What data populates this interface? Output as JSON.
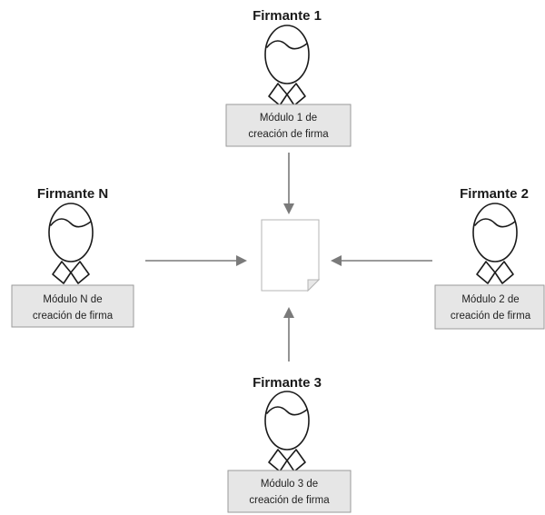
{
  "document": {
    "icon": "document-icon"
  },
  "signers": [
    {
      "name": "Firmante 1",
      "module_line1": "Módulo 1 de",
      "module_line2": "creación de firma"
    },
    {
      "name": "Firmante 2",
      "module_line1": "Módulo 2 de",
      "module_line2": "creación de firma"
    },
    {
      "name": "Firmante 3",
      "module_line1": "Módulo 3 de",
      "module_line2": "creación de firma"
    },
    {
      "name": "Firmante N",
      "module_line1": "Módulo N de",
      "module_line2": "creación de firma"
    }
  ],
  "colors": {
    "module_fill": "#e6e6e6",
    "module_border": "#9a9a9a",
    "arrow": "#7a7a7a",
    "outline": "#1a1a1a"
  }
}
